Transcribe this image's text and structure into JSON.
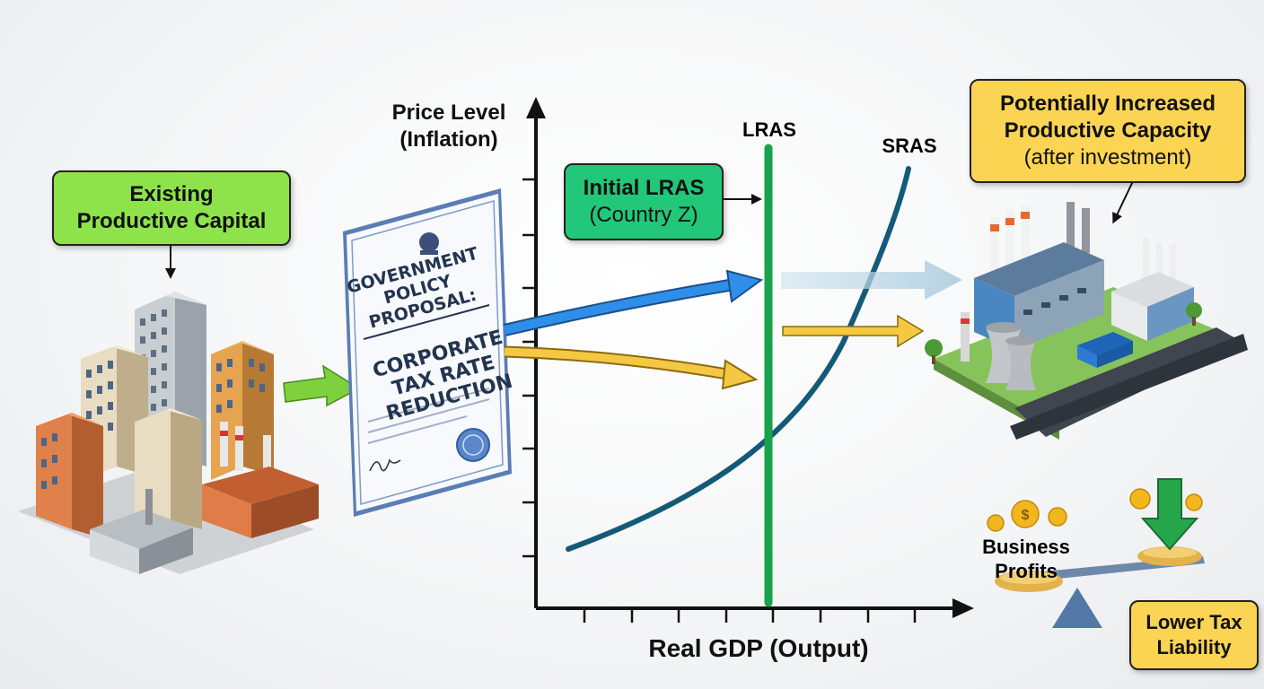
{
  "y_axis_label_line1": "Price Level",
  "y_axis_label_line2": "(Inflation)",
  "x_axis_label": "Real GDP (Output)",
  "lras_label": "LRAS",
  "sras_label": "SRAS",
  "existing_capital": {
    "line1": "Existing",
    "line2": "Productive Capital"
  },
  "initial_lras": {
    "line1": "Initial LRAS",
    "line2": "(Country Z)"
  },
  "potential_capacity": {
    "line1": "Potentially Increased",
    "line2": "Productive Capacity",
    "line3": "(after investment)"
  },
  "policy_doc": {
    "line1": "GOVERNMENT",
    "line2": "POLICY",
    "line3": "PROPOSAL:",
    "line4": "CORPORATE",
    "line5": "TAX RATE",
    "line6": "REDUCTION"
  },
  "profits_label": {
    "line1": "Business",
    "line2": "Profits"
  },
  "lower_tax": {
    "line1": "Lower Tax",
    "line2": "Liability"
  },
  "colors": {
    "lras": "#17a34a",
    "sras": "#145a78",
    "blue_arrow": "#2f8fe8",
    "yellow_arrow": "#f5c843",
    "green_arrow": "#7ed13c"
  }
}
